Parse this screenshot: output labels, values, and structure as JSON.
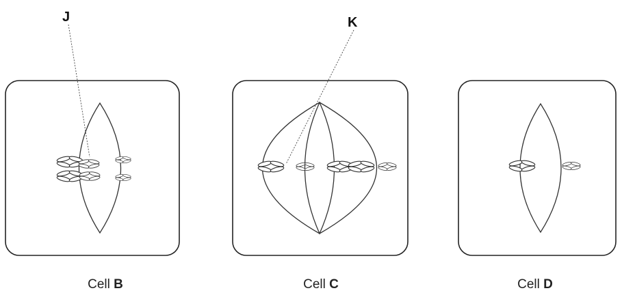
{
  "pointer_labels": {
    "j": "J",
    "k": "K"
  },
  "cells": [
    {
      "caption_prefix": "Cell",
      "caption_letter": "B"
    },
    {
      "caption_prefix": "Cell",
      "caption_letter": "C"
    },
    {
      "caption_prefix": "Cell",
      "caption_letter": "D"
    }
  ]
}
